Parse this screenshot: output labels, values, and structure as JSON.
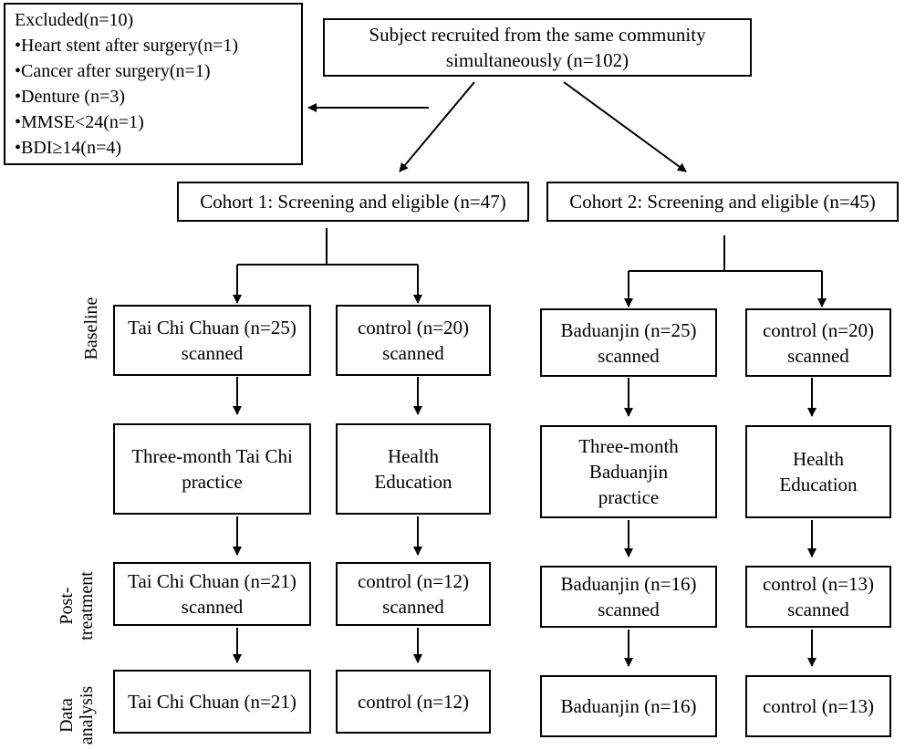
{
  "excluded": {
    "title": "Excluded(n=10)",
    "items": [
      "•Heart stent after surgery(n=1)",
      "•Cancer after surgery(n=1)",
      "•Denture (n=3)",
      "•MMSE<24(n=1)",
      "•BDI≥14(n=4)"
    ]
  },
  "recruit": {
    "line1": "Subject recruited from the same community",
    "line2": "simultaneously  (n=102)"
  },
  "cohort1": {
    "title": "Cohort 1: Screening and eligible (n=47)",
    "baseline": {
      "line1": "Tai Chi Chuan (n=25)",
      "line2": "scanned"
    },
    "baseline_ctrl": {
      "line1": "control (n=20)",
      "line2": "scanned"
    },
    "intervention": {
      "line1": "Three-month Tai Chi",
      "line2": "practice"
    },
    "intervention_ctrl": {
      "line1": "Health",
      "line2": "Education"
    },
    "post": {
      "line1": "Tai Chi Chuan (n=21)",
      "line2": "scanned"
    },
    "post_ctrl": {
      "line1": "control (n=12)",
      "line2": "scanned"
    },
    "analysis": "Tai Chi Chuan (n=21)",
    "analysis_ctrl": "control (n=12)"
  },
  "cohort2": {
    "title": "Cohort 2: Screening and eligible (n=45)",
    "baseline": {
      "line1": "Baduanjin (n=25)",
      "line2": "scanned"
    },
    "baseline_ctrl": {
      "line1": "control (n=20)",
      "line2": "scanned"
    },
    "intervention": {
      "line1": "Three-month",
      "line2": "Baduanjin",
      "line3": "practice"
    },
    "intervention_ctrl": {
      "line1": "Health",
      "line2": "Education"
    },
    "post": {
      "line1": "Baduanjin (n=16)",
      "line2": "scanned"
    },
    "post_ctrl": {
      "line1": "control (n=13)",
      "line2": "scanned"
    },
    "analysis": "Baduanjin (n=16)",
    "analysis_ctrl": "control (n=13)"
  },
  "stages": {
    "baseline": "Baseline",
    "post_line1": "Post-",
    "post_line2": "treatment",
    "analysis_line1": "Data",
    "analysis_line2": "analysis"
  }
}
